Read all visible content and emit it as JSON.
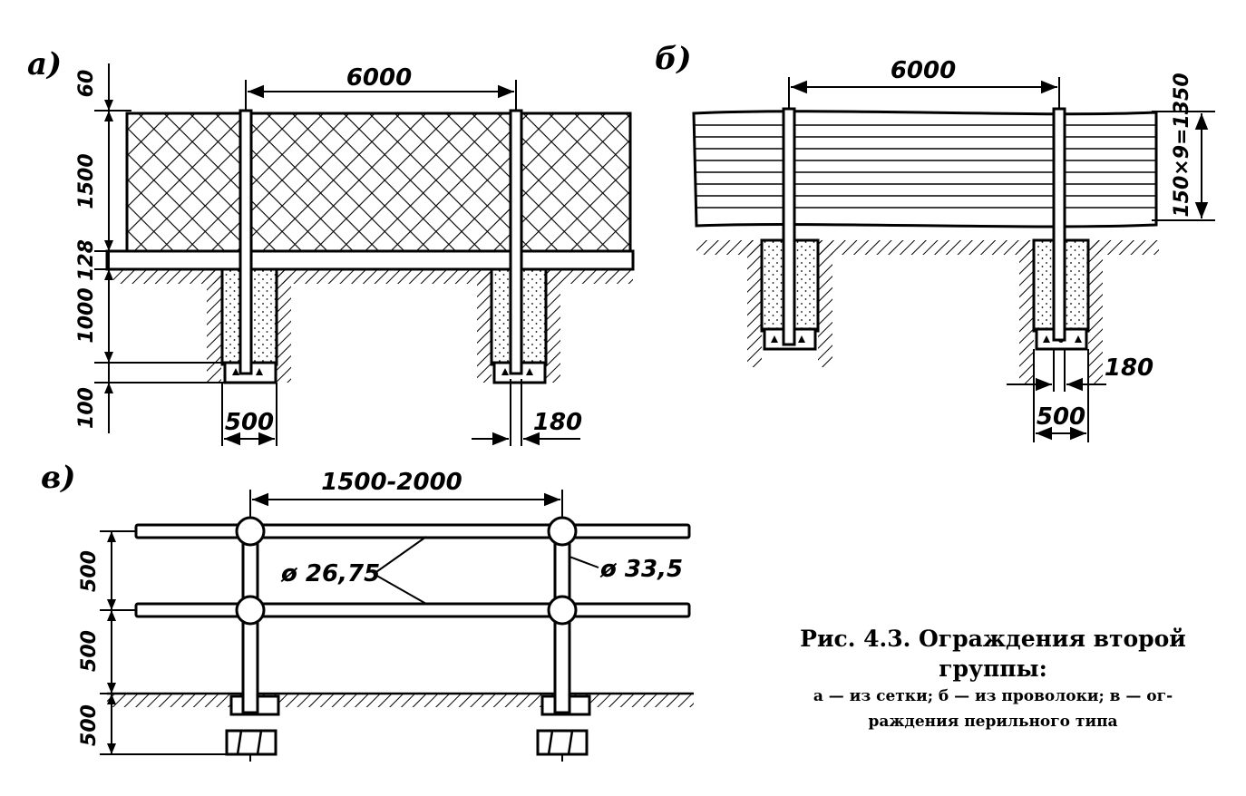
{
  "panels": {
    "a": {
      "label": "а)",
      "span": "6000",
      "left_dims": [
        "60",
        "1500",
        "128",
        "1000",
        "100"
      ],
      "footing_width": "500",
      "post_width": "180"
    },
    "b": {
      "label": "б)",
      "span": "6000",
      "height_dim": "150×9=1350",
      "post_width": "180",
      "footing_width": "500"
    },
    "v": {
      "label": "в)",
      "span": "1500-2000",
      "rail_diameter": "ø 26,75",
      "post_diameter": "ø 33,5",
      "left_dims": [
        "500",
        "500",
        "500"
      ]
    }
  },
  "caption": {
    "title_line1": "Рис. 4.3. Ограждения второй",
    "title_line2": "группы:",
    "sub_line1": "а — из сетки; б — из проволоки; в — ог-",
    "sub_line2": "раждения перильного типа"
  }
}
